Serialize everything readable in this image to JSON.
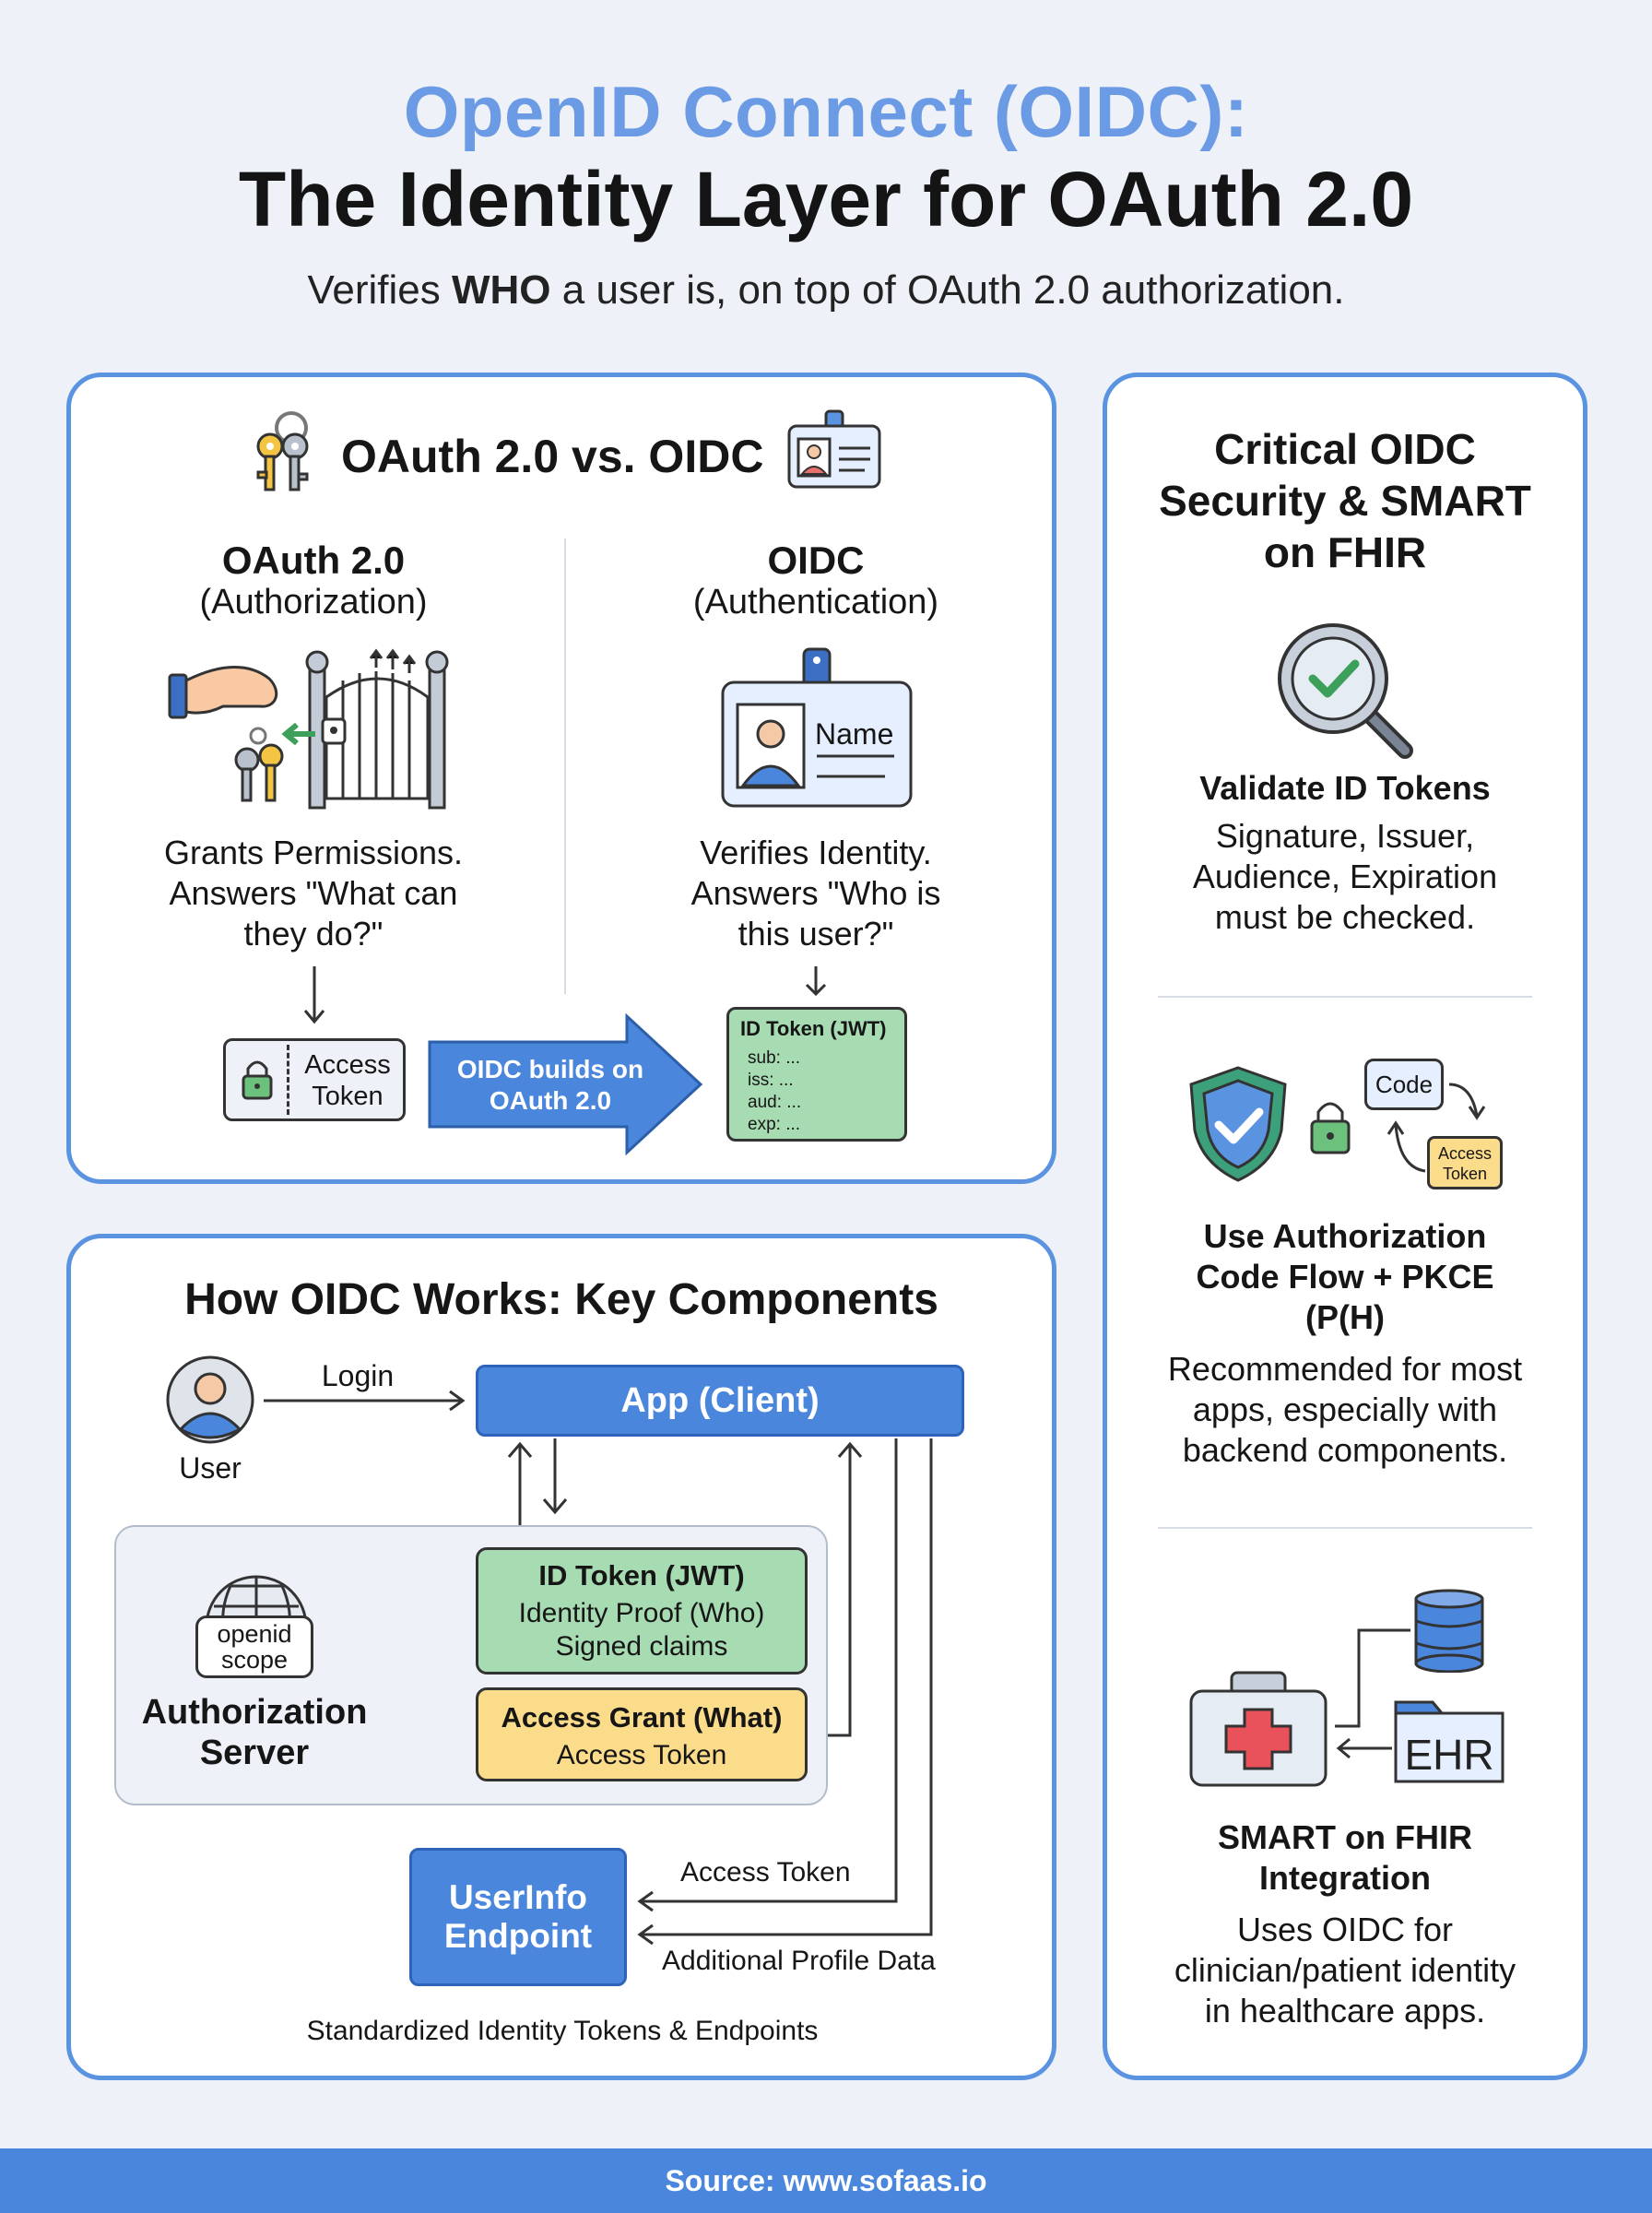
{
  "header": {
    "title_line1": "OpenID Connect (OIDC):",
    "title_line2": "The Identity Layer for OAuth 2.0",
    "subtitle_pre": "Verifies ",
    "subtitle_bold": "WHO",
    "subtitle_post": " a user is, on top of OAuth 2.0 authorization."
  },
  "compare": {
    "title": "OAuth 2.0 vs. OIDC",
    "oauth": {
      "heading": "OAuth 2.0",
      "sub": "(Authorization)",
      "desc_l1": "Grants Permissions.",
      "desc_l2": "Answers \"What can",
      "desc_l3": "they do?\"",
      "token_l1": "Access",
      "token_l2": "Token"
    },
    "oidc": {
      "heading": "OIDC",
      "sub": "(Authentication)",
      "badge_name": "Name",
      "desc_l1": "Verifies Identity.",
      "desc_l2": "Answers \"Who is",
      "desc_l3": "this user?\"",
      "jwt_title": "ID Token (JWT)",
      "jwt_lines": [
        "sub: ...",
        "iss: ...",
        "aud: ...",
        "exp: ..."
      ]
    },
    "arrow_l1": "OIDC builds on",
    "arrow_l2": "OAuth 2.0"
  },
  "components": {
    "title": "How OIDC Works: Key Components",
    "user_label": "User",
    "login_label": "Login",
    "app_label": "App (Client)",
    "scope_l1": "openid",
    "scope_l2": "scope",
    "auth_server_l1": "Authorization",
    "auth_server_l2": "Server",
    "id_token_title": "ID Token (JWT)",
    "id_token_l1": "Identity Proof (Who)",
    "id_token_l2": "Signed claims",
    "grant_title": "Access Grant (What)",
    "grant_l1": "Access Token",
    "userinfo_l1": "UserInfo",
    "userinfo_l2": "Endpoint",
    "access_token_label": "Access Token",
    "profile_label": "Additional Profile Data",
    "caption": "Standardized Identity Tokens & Endpoints"
  },
  "security": {
    "title_l1": "Critical OIDC",
    "title_l2": "Security & SMART",
    "title_l3": "on FHIR",
    "items": [
      {
        "title_l1": "Validate ID Tokens",
        "title_l2": "",
        "title_l3": "",
        "desc_l1": "Signature, Issuer,",
        "desc_l2": "Audience, Expiration",
        "desc_l3": "must be checked."
      },
      {
        "title_l1": "Use Authorization",
        "title_l2": "Code Flow + PKCE",
        "title_l3": "(P(H)",
        "desc_l1": "Recommended for most",
        "desc_l2": "apps, especially with",
        "desc_l3": "backend components."
      },
      {
        "title_l1": "SMART on FHIR",
        "title_l2": "Integration",
        "title_l3": "",
        "desc_l1": "Uses OIDC for",
        "desc_l2": "clinician/patient identity",
        "desc_l3": "in healthcare apps."
      }
    ],
    "code_label": "Code",
    "access_l1": "Access",
    "access_l2": "Token",
    "ehr_label": "EHR"
  },
  "footer": {
    "source": "Source: www.sofaas.io"
  },
  "colors": {
    "accent_blue": "#5a93e0",
    "title_blue": "#6b9be4",
    "green_box": "#a7dcb3",
    "yellow_box": "#fbdc8a",
    "footer_blue": "#4a86dc"
  },
  "icons": [
    "keys-icon",
    "id-badge-icon",
    "hand-key-gate-icon",
    "lock-icon",
    "user-avatar-icon",
    "globe-icon",
    "magnifier-check-icon",
    "shield-check-icon",
    "database-icon",
    "medical-kit-icon",
    "folder-icon"
  ]
}
